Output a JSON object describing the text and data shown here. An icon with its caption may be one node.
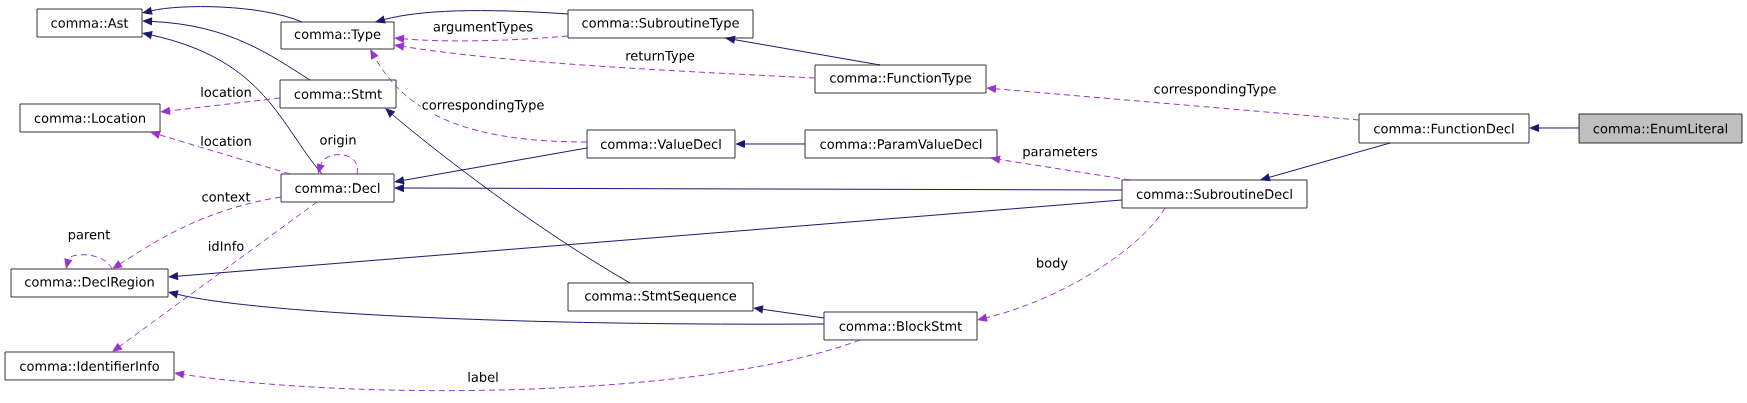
{
  "diagram": {
    "nodes": [
      {
        "text": [
          "comma::Ast"
        ]
      },
      {
        "text": [
          "comma::Type"
        ]
      },
      {
        "text": [
          "comma::SubroutineType"
        ]
      },
      {
        "text": [
          "comma::FunctionType"
        ]
      },
      {
        "text": [
          "comma::Location"
        ]
      },
      {
        "text": [
          "comma::Stmt"
        ]
      },
      {
        "text": [
          "comma::ValueDecl"
        ]
      },
      {
        "text": [
          "comma::ParamValueDecl"
        ]
      },
      {
        "text": [
          "comma::FunctionDecl"
        ]
      },
      {
        "text": [
          "comma::EnumLiteral"
        ]
      },
      {
        "text": [
          "comma::Decl"
        ]
      },
      {
        "text": [
          "comma::SubroutineDecl"
        ]
      },
      {
        "text": [
          "comma::DeclRegion"
        ]
      },
      {
        "text": [
          "comma::StmtSequence"
        ]
      },
      {
        "text": [
          "comma::BlockStmt"
        ]
      },
      {
        "text": [
          "comma::IdentifierInfo"
        ]
      }
    ],
    "edges": [
      {
        "from": 1,
        "to": 0,
        "arrow": "to"
      },
      {
        "from": 5,
        "to": 0,
        "arrow": "to"
      },
      {
        "from": 10,
        "to": 0,
        "arrow": "to"
      },
      {
        "from": 2,
        "to": 1,
        "arrow": "to"
      },
      {
        "from": 2,
        "to": 1,
        "arrow": "to",
        "label": "argumentTypes",
        "style": "dashed",
        "color": "#9a32cd"
      },
      {
        "from": 3,
        "to": 1,
        "arrow": "to",
        "label": "returnType",
        "style": "dashed",
        "color": "#9a32cd"
      },
      {
        "from": 3,
        "to": 2,
        "arrow": "to"
      },
      {
        "from": 6,
        "to": 1,
        "arrow": "to",
        "label": "correspondingType",
        "style": "dashed",
        "color": "#9a32cd"
      },
      {
        "from": 8,
        "to": 3,
        "arrow": "to",
        "label": "correspondingType",
        "style": "dashed",
        "color": "#9a32cd"
      },
      {
        "from": 5,
        "to": 4,
        "arrow": "to",
        "label": "location",
        "style": "dashed",
        "color": "#9a32cd"
      },
      {
        "from": 10,
        "to": 4,
        "arrow": "to",
        "label": "location",
        "style": "dashed",
        "color": "#9a32cd"
      },
      {
        "from": 10,
        "to": 10,
        "arrow": "to",
        "label": "origin",
        "style": "dashed",
        "color": "#9a32cd"
      },
      {
        "from": 10,
        "to": 12,
        "arrow": "to",
        "label": "context",
        "style": "dashed",
        "color": "#9a32cd"
      },
      {
        "from": 12,
        "to": 12,
        "arrow": "to",
        "label": "parent",
        "style": "dashed",
        "color": "#9a32cd"
      },
      {
        "from": 10,
        "to": 15,
        "arrow": "to",
        "label": "idInfo",
        "style": "dashed",
        "color": "#9a32cd"
      },
      {
        "from": 6,
        "to": 10,
        "arrow": "to"
      },
      {
        "from": 7,
        "to": 6,
        "arrow": "to"
      },
      {
        "from": 11,
        "to": 10,
        "arrow": "to"
      },
      {
        "from": 11,
        "to": 12,
        "arrow": "to"
      },
      {
        "from": 11,
        "to": 7,
        "arrow": "to",
        "label": "parameters",
        "style": "dashed",
        "color": "#9a32cd"
      },
      {
        "from": 8,
        "to": 11,
        "arrow": "to"
      },
      {
        "from": 9,
        "to": 8,
        "arrow": "to"
      },
      {
        "from": 13,
        "to": 5,
        "arrow": "to"
      },
      {
        "from": 14,
        "to": 13,
        "arrow": "to"
      },
      {
        "from": 14,
        "to": 12,
        "arrow": "to"
      },
      {
        "from": 11,
        "to": 14,
        "arrow": "to",
        "label": "body",
        "style": "dashed",
        "color": "#9a32cd"
      },
      {
        "from": 14,
        "to": 15,
        "arrow": "to",
        "label": "label",
        "style": "dashed",
        "color": "#9a32cd"
      }
    ]
  }
}
